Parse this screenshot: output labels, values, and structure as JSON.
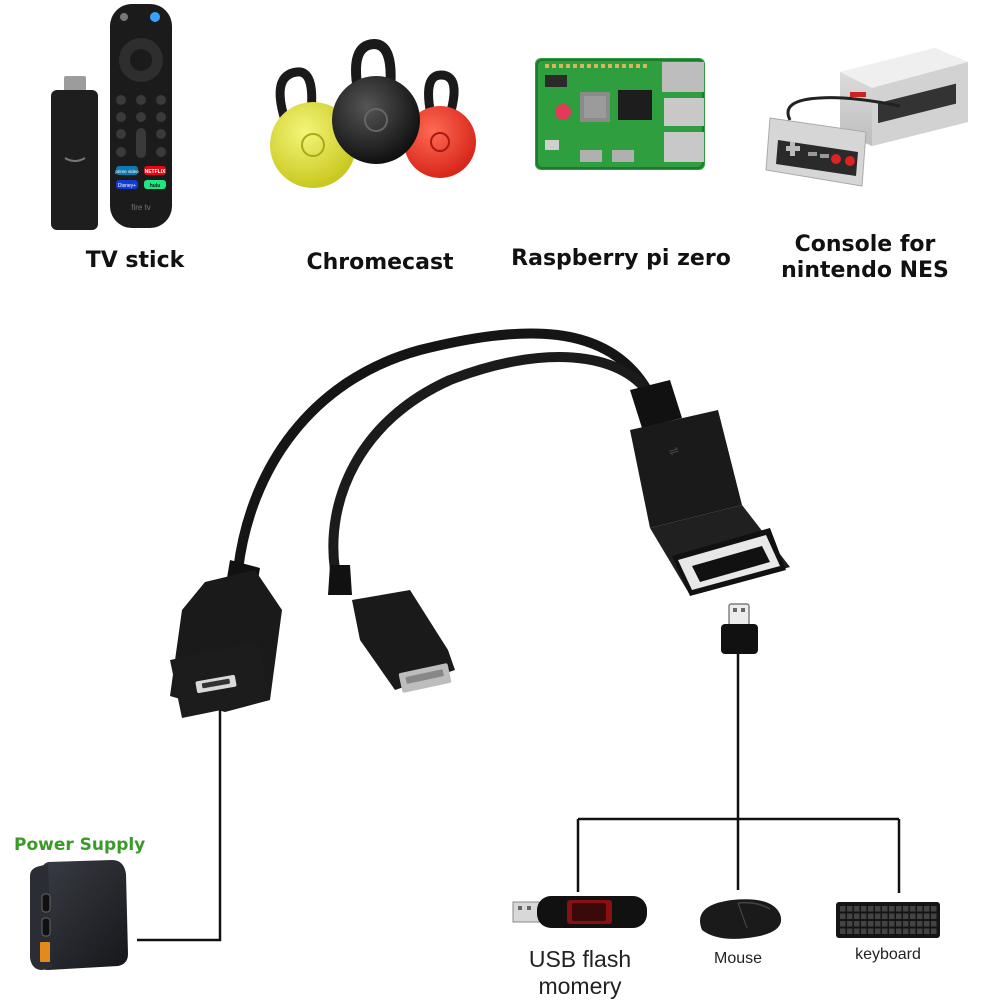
{
  "devices": {
    "tv_stick": "TV stick",
    "chromecast": "Chromecast",
    "raspberry": "Raspberry pi zero",
    "console_line1": "Console for",
    "console_line2": "nintendo NES"
  },
  "remote_buttons": {
    "prime": "prime video",
    "netflix": "NETFLIX",
    "disney": "Disney+",
    "hulu": "hulu",
    "brand": "fire tv"
  },
  "power": {
    "label": "Power Supply",
    "color": "#3a9a28"
  },
  "peripherals": {
    "usb_line1": "USB flash",
    "usb_line2": "momery",
    "mouse": "Mouse",
    "keyboard": "keyboard"
  }
}
